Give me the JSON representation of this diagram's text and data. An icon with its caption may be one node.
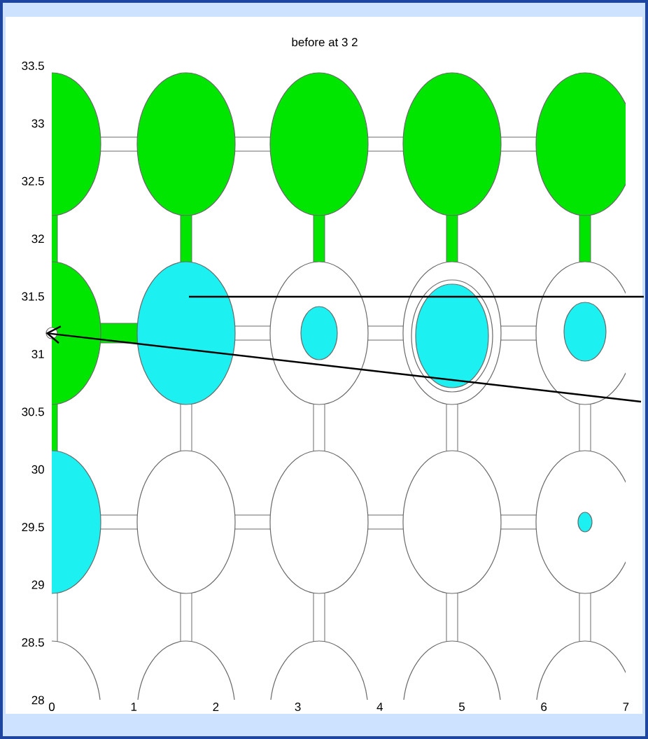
{
  "diagram": {
    "title": "before at 3 2",
    "nodes": [
      {
        "text": [],
        "shape": "circle"
      },
      {
        "text": [],
        "shape": "circle"
      }
    ],
    "edges": [
      {
        "from": null,
        "to": 0,
        "arrow": "none"
      },
      {
        "from": null,
        "to": 1,
        "arrow": "to"
      }
    ],
    "labels": [
      "33.5",
      "33",
      "32.5",
      "32",
      "31.5",
      "31",
      "30.5",
      "30",
      "29.5",
      "29",
      "28.5",
      "28",
      "0",
      "1",
      "2",
      "3",
      "4",
      "5",
      "6",
      "7"
    ]
  }
}
